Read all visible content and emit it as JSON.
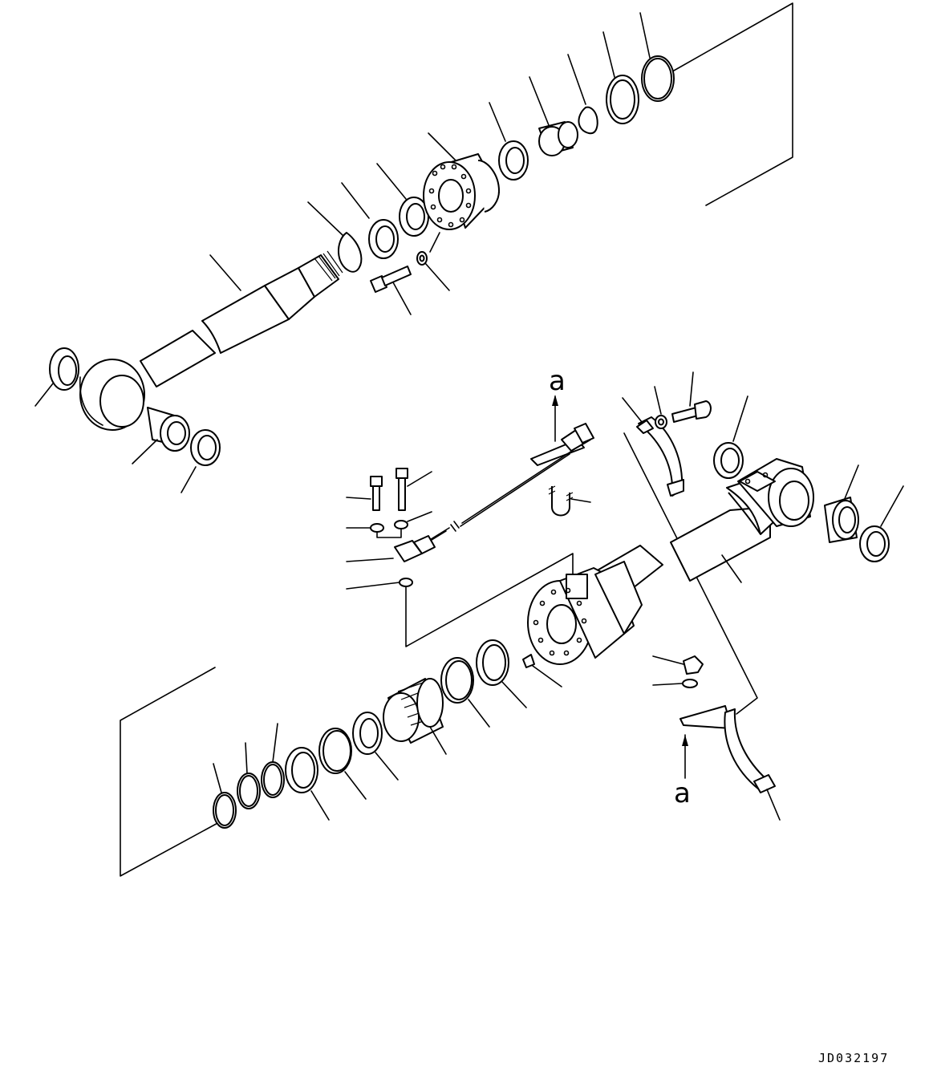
{
  "diagram": {
    "callout_top": "a",
    "callout_bottom": "a",
    "drawing_code": "JD032197"
  }
}
